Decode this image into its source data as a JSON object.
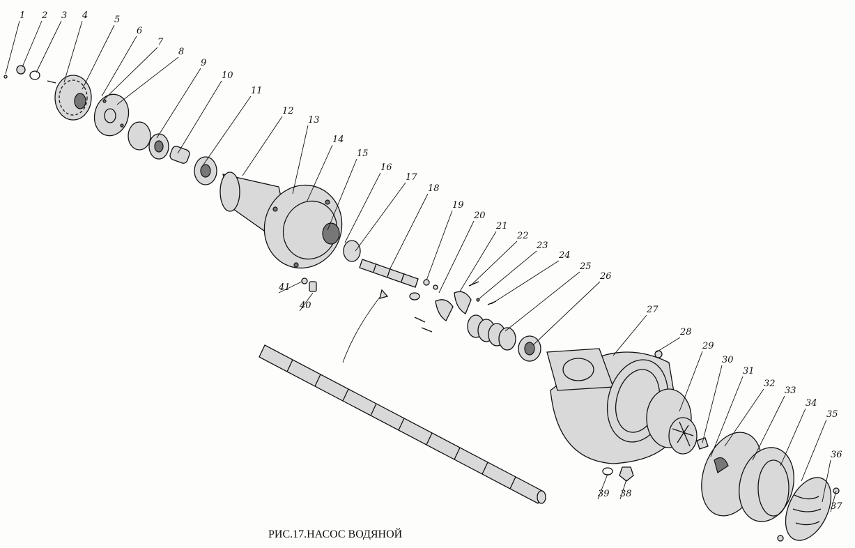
{
  "caption": "РИС.17.НАСОС ВОДЯНОЙ",
  "callouts": [
    "1",
    "2",
    "3",
    "4",
    "5",
    "6",
    "7",
    "8",
    "9",
    "10",
    "11",
    "12",
    "13",
    "14",
    "15",
    "16",
    "17",
    "18",
    "19",
    "20",
    "21",
    "22",
    "23",
    "24",
    "25",
    "26",
    "27",
    "28",
    "29",
    "30",
    "31",
    "32",
    "33",
    "34",
    "35",
    "36",
    "37",
    "38",
    "39",
    "40",
    "41"
  ]
}
